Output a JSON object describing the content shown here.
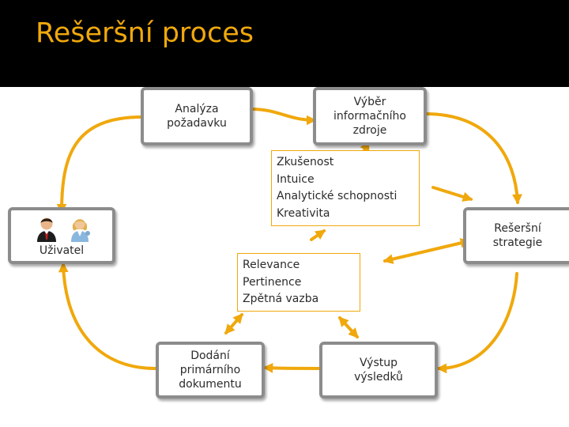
{
  "title": "Rešeršní proces",
  "nodes": {
    "analyza": [
      "Analýza",
      "požadavku"
    ],
    "vyber": [
      "Výběr",
      "informačního",
      "zdroje"
    ],
    "uzivatel": [
      "Uživatel"
    ],
    "strategie": [
      "Rešeršní",
      "strategie"
    ],
    "dodani": [
      "Dodání",
      "primárního",
      "dokumentu"
    ],
    "vystup": [
      "Výstup",
      "výsledků"
    ]
  },
  "notes": {
    "skills": [
      "Zkušenost",
      "Intuice",
      "Analytické schopnosti",
      "Kreativita"
    ],
    "evaluation": [
      "Relevance",
      "Pertinence",
      "Zpětná vazba"
    ]
  },
  "icons": {
    "user_male": "businessman-icon",
    "user_female": "woman-user-icon"
  },
  "colors": {
    "accent": "#f0a80c",
    "header_bg": "#000000",
    "box_border": "#8c8c8c"
  }
}
